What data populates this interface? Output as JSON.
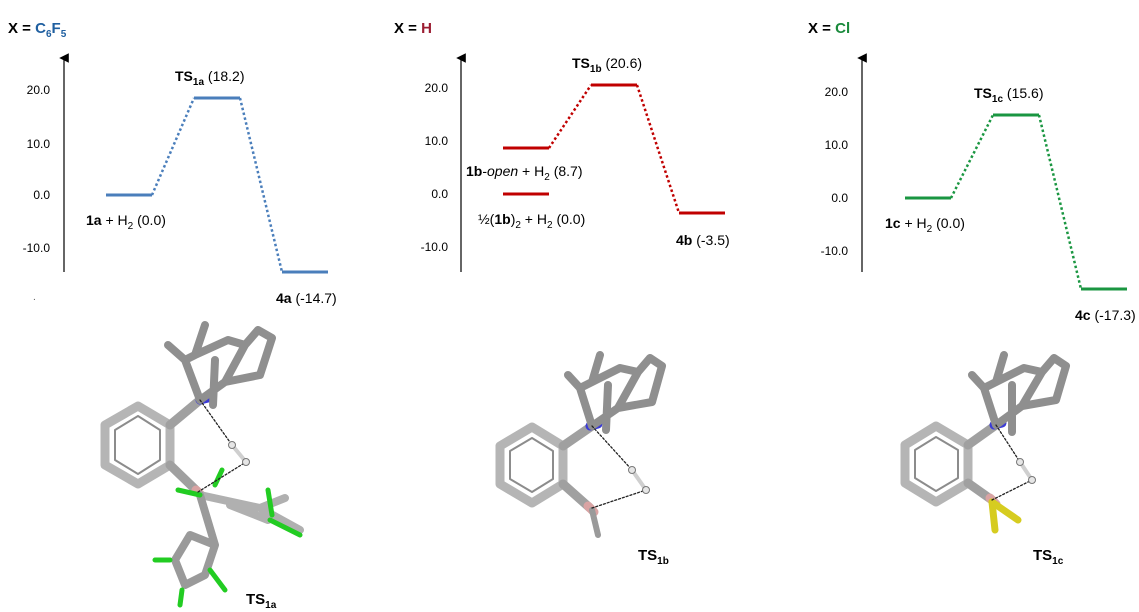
{
  "panels": [
    {
      "id": "a",
      "header_prefix": "X = ",
      "substituent": [
        "C",
        "6",
        "F",
        "5"
      ],
      "color": "#4a7ebb",
      "header_color": "#1f5fa0",
      "ticks": [
        "20.0",
        "10.0",
        "0.0",
        "-10.0"
      ],
      "tick_values": [
        20,
        10,
        0,
        -10
      ],
      "levels": [
        {
          "name": "reactant",
          "energy": 0.0,
          "label": [
            "1a",
            " + H",
            "2",
            " (0.0)"
          ]
        },
        {
          "name": "ts",
          "energy": 18.2,
          "label": [
            "TS",
            "1a",
            " (18.2)"
          ]
        },
        {
          "name": "product",
          "energy": -14.7,
          "label": [
            "4a",
            " (-14.7)"
          ]
        }
      ],
      "structure_label": [
        "TS",
        "1a"
      ]
    },
    {
      "id": "b",
      "header_prefix": "X = ",
      "substituent": [
        "H"
      ],
      "color": "#c00000",
      "header_color": "#9b1c31",
      "ticks": [
        "20.0",
        "10.0",
        "0.0",
        "-10.0"
      ],
      "tick_values": [
        20,
        10,
        0,
        -10
      ],
      "levels": [
        {
          "name": "dimer",
          "energy": 0.0,
          "label": [
            "½(",
            "1b",
            ")",
            "2",
            " + H",
            "2",
            " (0.0)"
          ]
        },
        {
          "name": "open",
          "energy": 8.7,
          "label": [
            "1b",
            "-",
            "open",
            " + H",
            "2",
            " (8.7)"
          ]
        },
        {
          "name": "ts",
          "energy": 20.6,
          "label": [
            "TS",
            "1b",
            " (20.6)"
          ]
        },
        {
          "name": "product",
          "energy": -3.5,
          "label": [
            "4b",
            " (-3.5)"
          ]
        }
      ],
      "structure_label": [
        "TS",
        "1b"
      ]
    },
    {
      "id": "c",
      "header_prefix": "X = ",
      "substituent": [
        "Cl"
      ],
      "color": "#1a9641",
      "header_color": "#1a8a3c",
      "ticks": [
        "20.0",
        "10.0",
        "0.0",
        "-10.0"
      ],
      "tick_values": [
        20,
        10,
        0,
        -10
      ],
      "levels": [
        {
          "name": "reactant",
          "energy": 0.0,
          "label": [
            "1c",
            " + H",
            "2",
            " (0.0)"
          ]
        },
        {
          "name": "ts",
          "energy": 15.6,
          "label": [
            "TS",
            "1c",
            " (15.6)"
          ]
        },
        {
          "name": "product",
          "energy": -17.3,
          "label": [
            "4c",
            " (-17.3)"
          ]
        }
      ],
      "structure_label": [
        "TS",
        "1c"
      ]
    }
  ],
  "stray_mark": "."
}
